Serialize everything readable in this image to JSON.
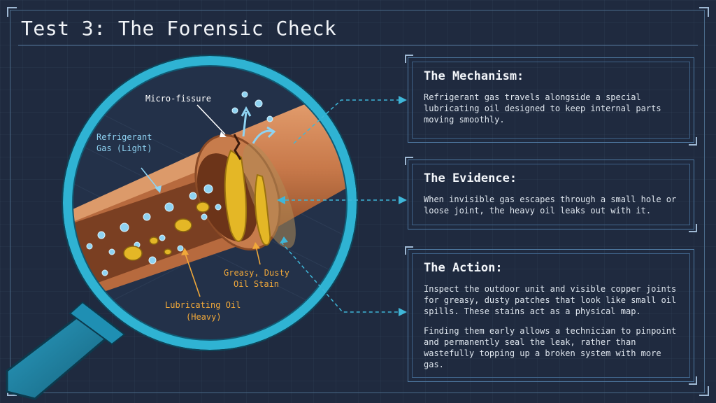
{
  "title": "Test 3: The Forensic Check",
  "labels": {
    "micro_fissure": "Micro-fissure",
    "refrigerant_line1": "Refrigerant",
    "refrigerant_line2": "Gas (Light)",
    "lubricating_line1": "Lubricating Oil",
    "lubricating_line2": "(Heavy)",
    "stain_line1": "Greasy, Dusty",
    "stain_line2": "Oil Stain"
  },
  "panels": {
    "mechanism": {
      "heading": "The Mechanism:",
      "body": "Refrigerant gas travels alongside a special lubricating oil designed to keep internal parts moving smoothly."
    },
    "evidence": {
      "heading": "The Evidence:",
      "body": "When invisible gas escapes through a small hole or loose joint, the heavy oil leaks out with it."
    },
    "action": {
      "heading": "The Action:",
      "body1": "Inspect the outdoor unit and visible copper joints for greasy, dusty patches that look like small oil spills. These stains act as a physical map.",
      "body2": "Finding them early allows a technician to pinpoint and permanently seal the leak, rather than wastefully topping up a broken system with more gas."
    }
  },
  "colors": {
    "background": "#1f2a3f",
    "lens_ring": "#2fb3d3",
    "copper": "#c8794a",
    "oil": "#e4b726",
    "gas": "#8fd3f2",
    "label_blue": "#8fd3f2",
    "label_orange": "#f0a83a",
    "connector": "#3fb6d8"
  }
}
